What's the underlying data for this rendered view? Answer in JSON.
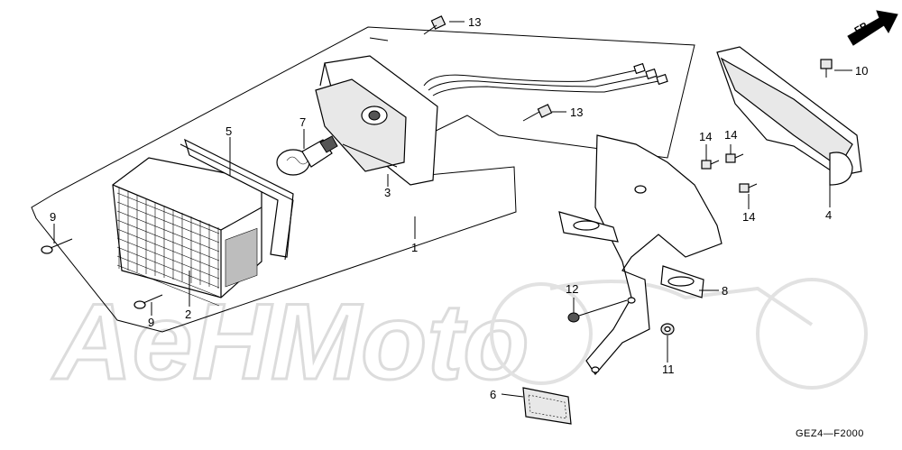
{
  "watermark": "AeHMoto",
  "direction_label": "FR.",
  "diagram_code": "GEZ4—F2000",
  "callouts": {
    "c1": "1",
    "c2": "2",
    "c3": "3",
    "c4": "4",
    "c5": "5",
    "c6": "6",
    "c7": "7",
    "c8": "8",
    "c9a": "9",
    "c9b": "9",
    "c10": "10",
    "c11": "11",
    "c12": "12",
    "c13a": "13",
    "c13b": "13",
    "c14a": "14",
    "c14b": "14",
    "c14c": "14"
  }
}
